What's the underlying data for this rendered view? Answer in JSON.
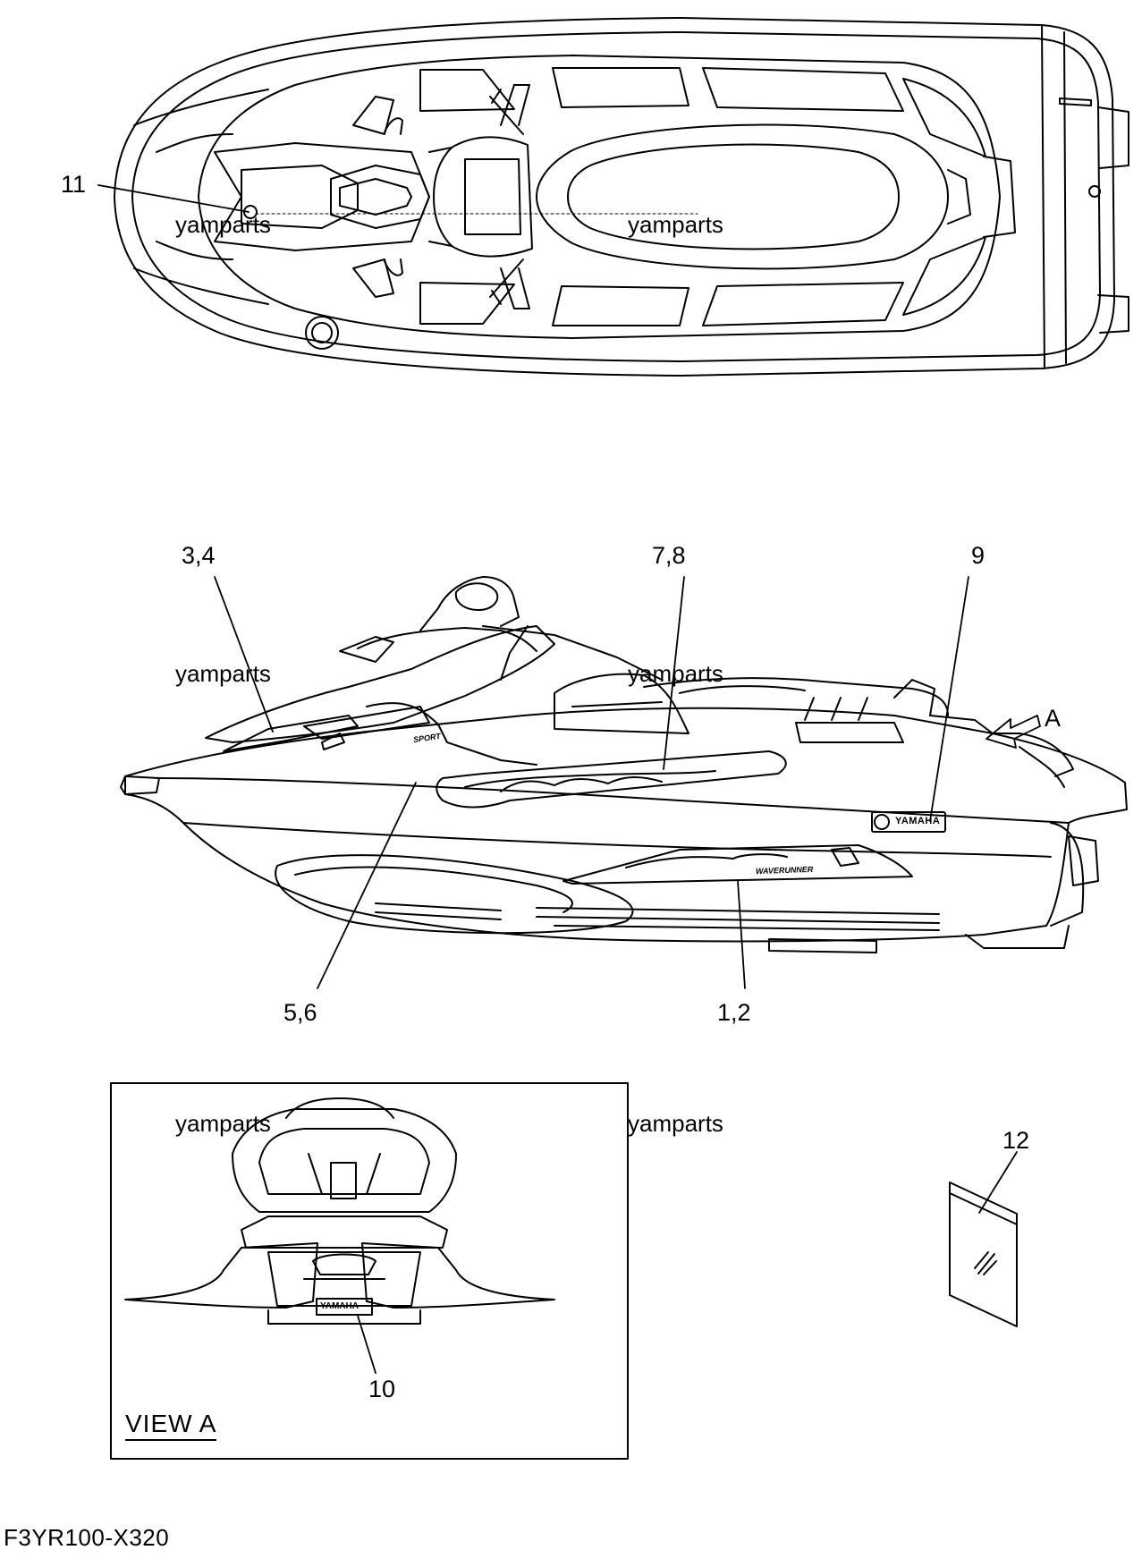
{
  "diagram": {
    "callouts": {
      "c11": "11",
      "c34": "3,4",
      "c78": "7,8",
      "c9": "9",
      "c56": "5,6",
      "c12": "1,2",
      "c10": "10",
      "c12_sticker": "12",
      "view_arrow": "A"
    },
    "watermarks": [
      "yamparts",
      "yamparts",
      "yamparts",
      "yamparts",
      "yamparts",
      "yamparts"
    ],
    "inset_title": "VIEW A",
    "decal_text": {
      "brand": "YAMAHA",
      "waverunner": "WAVERUNNER",
      "sport": "SPORT"
    },
    "figure_code": "F3YR100-X320"
  }
}
